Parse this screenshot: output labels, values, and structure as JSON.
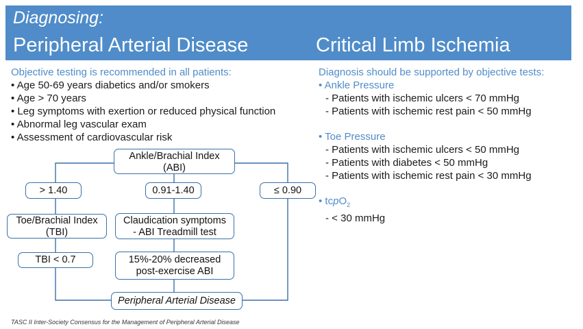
{
  "banner": {
    "subtitle": "Diagnosing:",
    "left_title": "Peripheral Arterial Disease",
    "right_title": "Critical Limb Ischemia"
  },
  "left": {
    "intro": "Objective testing is recommended in all patients:",
    "bullets": [
      "Age 50-69 years diabetics and/or smokers",
      "Age > 70 years",
      "Leg symptoms with exertion or reduced physical function",
      "Abnormal leg vascular exam",
      "Assessment of cardiovascular risk"
    ]
  },
  "flow": {
    "abi_line1": "Ankle/Brachial Index",
    "abi_line2": "(ABI)",
    "high": "> 1.40",
    "normal": "0.91-1.40",
    "low": "≤ 0.90",
    "tbi_line1": "Toe/Brachial Index",
    "tbi_line2": "(TBI)",
    "claud_line1": "Claudication symptoms",
    "claud_line2": "- ABI Treadmill test",
    "tbi_result": "TBI < 0.7",
    "decrease_line1": "15%-20% decreased",
    "decrease_line2": "post-exercise ABI",
    "result": "Peripheral Arterial Disease"
  },
  "right": {
    "intro": "Diagnosis should be supported by objective tests:",
    "ankle": {
      "heading": "Ankle Pressure",
      "items": [
        "Patients with ischemic ulcers < 70 mmHg",
        "Patients with ischemic rest pain < 50 mmHg"
      ]
    },
    "toe": {
      "heading": "Toe Pressure",
      "items": [
        "Patients with ischemic ulcers < 50 mmHg",
        "Patients with diabetes < 50 mmHg",
        "Patients with ischemic rest pain < 30 mmHg"
      ]
    },
    "tcpo2": {
      "heading_prefix": "tc",
      "heading_p": "p",
      "heading_o": "O",
      "heading_sub": "2",
      "items": [
        "< 30 mmHg"
      ]
    }
  },
  "footer": "TASC II  Inter-Society Consensus for the Management of Peripheral Arterial Disease",
  "colors": {
    "banner": "#4f8cc9",
    "box_border": "#3a6fa8",
    "accent_text": "#4f8cc9"
  }
}
